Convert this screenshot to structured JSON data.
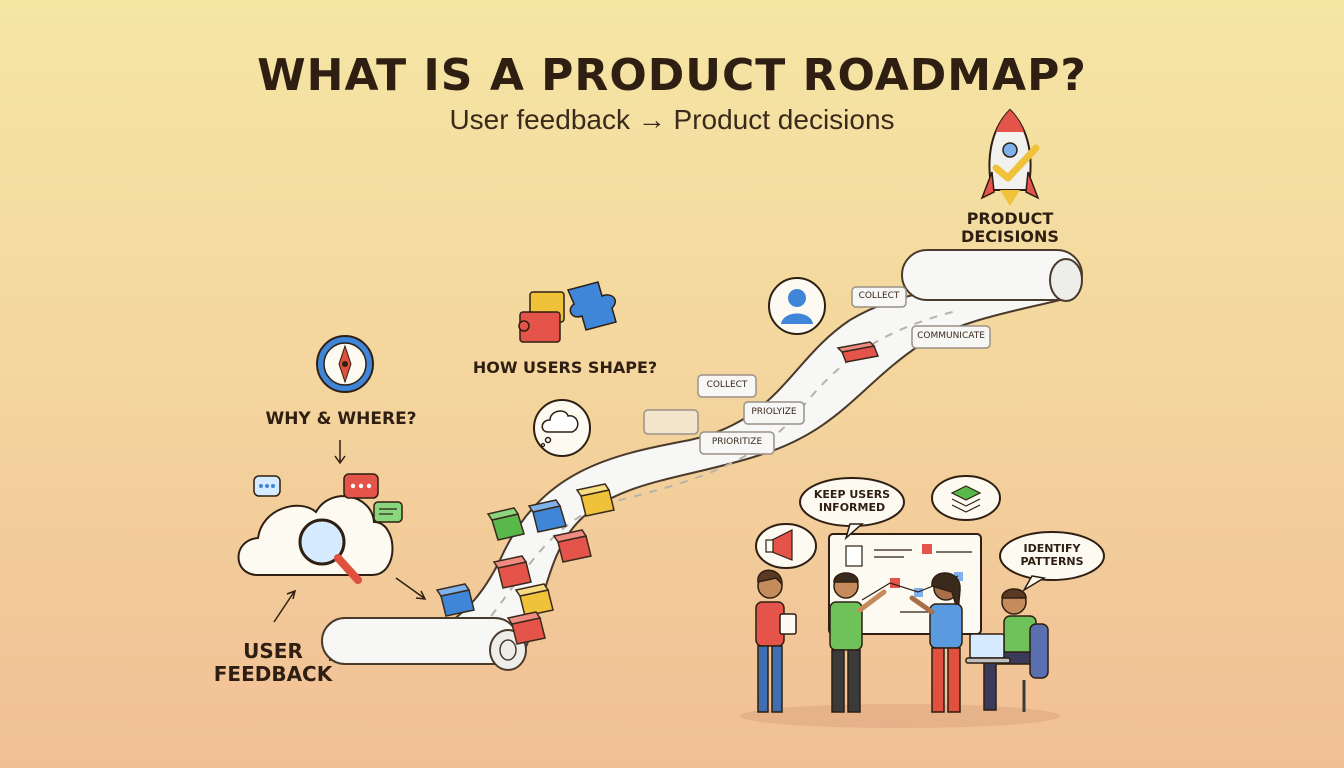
{
  "header": {
    "title": "WHAT IS A PRODUCT ROADMAP?",
    "subtitle": "User feedback → Product decisions"
  },
  "questions": {
    "why_where": "WHY & WHERE?",
    "how_users_shape": "HOW USERS SHAPE?"
  },
  "endpoints": {
    "start_line1": "USER",
    "start_line2": "FEEDBACK",
    "end_line1": "PRODUCT",
    "end_line2": "DECISIONS"
  },
  "road_tags": {
    "collect_top": "COLLECT",
    "communicate": "COMMUNICATE",
    "collect_mid": "COLLECT",
    "priolyize": "PRIOLYIZE",
    "prioritize": "PRIORITIZE"
  },
  "team_bubbles": {
    "keep_line1": "KEEP USERS",
    "keep_line2": "INFORMED",
    "identify_line1": "IDENTIFY",
    "identify_line2": "PATTERNS"
  },
  "icons": [
    "compass-icon",
    "puzzle-icon",
    "user-icon",
    "cloud-search-icon",
    "chat-bubble-icon",
    "thought-cloud-icon",
    "rocket-icon",
    "megaphone-icon",
    "layers-icon",
    "laptop-icon"
  ],
  "colors": {
    "ink": "#2e1f12",
    "road": "#f7f7f5",
    "box_green": "#58b84a",
    "box_blue": "#3f86d8",
    "box_yellow": "#f0c23a",
    "box_red": "#e5544a",
    "accent_red": "#e0503f"
  }
}
